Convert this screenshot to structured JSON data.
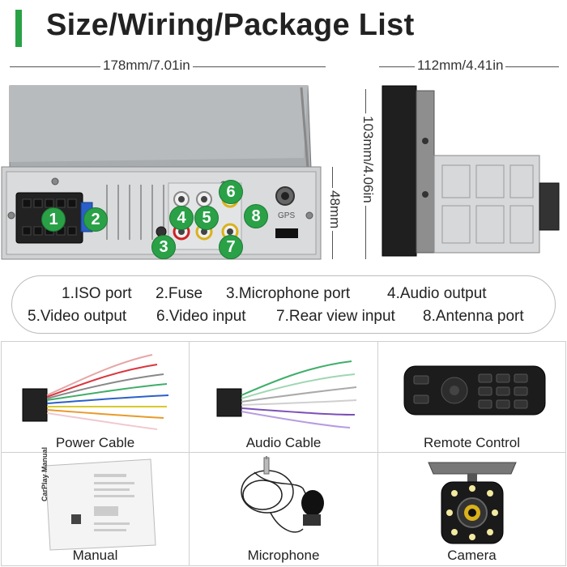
{
  "title": "Size/Wiring/Package List",
  "dimensions": {
    "width_front": "178mm/7.01in",
    "width_side": "112mm/4.41in",
    "height_side": "103mm/4.06in",
    "height_front": "48mm"
  },
  "badges": [
    "1",
    "2",
    "3",
    "4",
    "5",
    "6",
    "7",
    "8"
  ],
  "device_labels": {
    "gps": "GPS"
  },
  "legend": [
    "1.ISO port",
    "2.Fuse",
    "3.Microphone port",
    "4.Audio output",
    "5.Video output",
    "6.Video input",
    "7.Rear view input",
    "8.Antenna port"
  ],
  "package": [
    "Power Cable",
    "Audio Cable",
    "Remote Control",
    "Manual",
    "Microphone",
    "Camera"
  ],
  "manual_text": "CarPlay Manual",
  "colors": {
    "accent": "#2aa147"
  }
}
